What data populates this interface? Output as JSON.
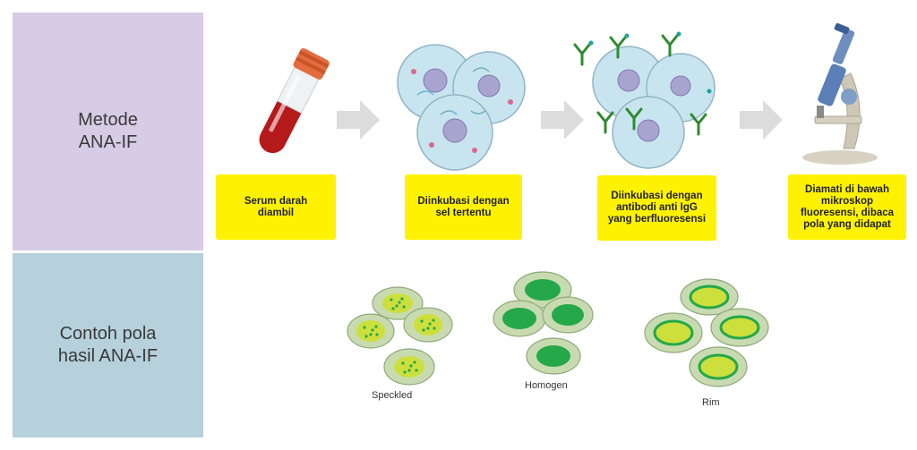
{
  "colors": {
    "panel_top": "#d6cce6",
    "panel_bottom": "#b6d0dc",
    "step_box": "#fff200",
    "arrow": "#dcdcdc",
    "cell_fill": "#c8e5ef",
    "nucleus": "#a9a4cf",
    "pattern_cell": "#c8dbb0",
    "pattern_dark": "#24a84a",
    "pattern_light": "#cddf3d"
  },
  "panels": {
    "method": [
      "Metode",
      "ANA-IF"
    ],
    "examples": [
      "Contoh pola",
      "hasil ANA-IF"
    ]
  },
  "steps": [
    {
      "lines": [
        "Serum darah",
        "diambil"
      ],
      "icon": "test-tube"
    },
    {
      "lines": [
        "Diinkubasi dengan",
        "sel tertentu"
      ],
      "icon": "cells"
    },
    {
      "lines": [
        "Diinkubasi dengan",
        "antibodi anti IgG",
        "yang berfluoresensi"
      ],
      "icon": "antibody-cells"
    },
    {
      "lines": [
        "Diamati di bawah",
        "mikroskop",
        "fluoresensi, dibaca",
        "pola yang didapat"
      ],
      "icon": "microscope"
    }
  ],
  "patterns": [
    {
      "label": "Speckled",
      "icon": "speckled-cells"
    },
    {
      "label": "Homogen",
      "icon": "homogen-cells"
    },
    {
      "label": "Rim",
      "icon": "rim-cells"
    }
  ]
}
